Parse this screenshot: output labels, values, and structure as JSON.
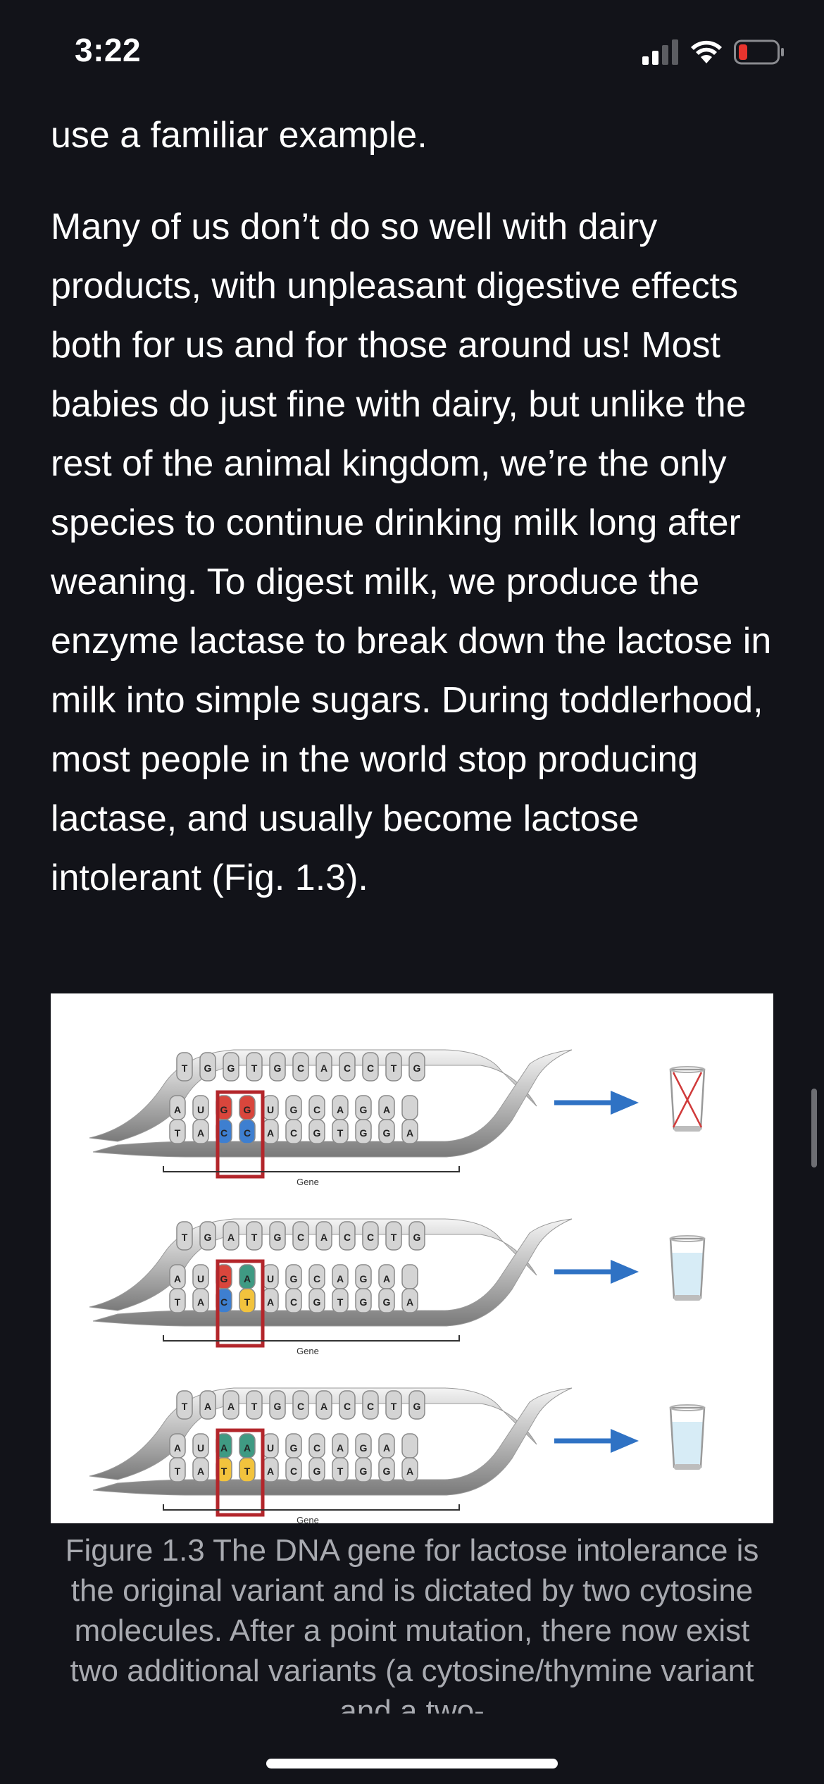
{
  "status_bar": {
    "time": "3:22",
    "icons": [
      "signal-icon",
      "wifi-icon",
      "battery-low-icon"
    ],
    "battery_color": "#e8342e"
  },
  "reader": {
    "paragraph_top": "use a familiar example.",
    "paragraph_main": "Many of us don’t do so well with dairy products, with unpleasant digestive effects both for us and for those around us! Most babies do just fine with dairy, but unlike the rest of the animal kingdom, we’re the only species to continue drinking milk long after weaning. To digest milk, we produce the enzyme lactase to break down the lactose in milk into simple sugars. During toddlerhood, most people in the world stop producing lactase, and usually become lactose intolerant (Fig. 1.3)."
  },
  "figure": {
    "gene_label": "Gene",
    "strands": [
      {
        "top_letters": [
          "T",
          "G",
          "G",
          "T",
          "G",
          "C",
          "A",
          "C",
          "C",
          "T",
          "G"
        ],
        "bottom_letters": [
          "A",
          "U",
          "G",
          "G",
          "U",
          "G",
          "C",
          "A",
          "G",
          "A"
        ],
        "lower_letters": [
          "T",
          "A",
          "C",
          "C",
          "A",
          "C",
          "G",
          "T",
          "G",
          "G",
          "A"
        ],
        "highlight": [
          "G",
          "G"
        ],
        "highlight_lower": [
          "C",
          "C"
        ],
        "glass": "crossed-out"
      },
      {
        "top_letters": [
          "T",
          "G",
          "A",
          "T",
          "G",
          "C",
          "A",
          "C",
          "C",
          "T",
          "G"
        ],
        "bottom_letters": [
          "A",
          "U",
          "G",
          "A",
          "U",
          "G",
          "C",
          "A",
          "G",
          "A"
        ],
        "lower_letters": [
          "T",
          "A",
          "C",
          "T",
          "A",
          "C",
          "G",
          "T",
          "G",
          "G",
          "A"
        ],
        "highlight": [
          "G",
          "A"
        ],
        "highlight_lower": [
          "C",
          "T"
        ],
        "glass": "milk"
      },
      {
        "top_letters": [
          "T",
          "A",
          "A",
          "T",
          "G",
          "C",
          "A",
          "C",
          "C",
          "T",
          "G"
        ],
        "bottom_letters": [
          "A",
          "U",
          "A",
          "A",
          "U",
          "G",
          "C",
          "A",
          "G",
          "A"
        ],
        "lower_letters": [
          "T",
          "A",
          "T",
          "T",
          "A",
          "C",
          "G",
          "T",
          "G",
          "G",
          "A"
        ],
        "highlight": [
          "A",
          "A"
        ],
        "highlight_lower": [
          "T",
          "T"
        ],
        "glass": "milk"
      }
    ],
    "colors": {
      "arrow": "#2f72c4",
      "highlight_box": "#b3262b",
      "cytosine": "#3e7fd0",
      "guanine": "#d9463c",
      "thymine": "#f2c33d",
      "adenine": "#3f9a83",
      "cross": "#d03a3a"
    }
  },
  "caption": "Figure 1.3 The DNA gene for lactose intolerance is the original variant and is dictated by two cytosine molecules. After a point mutation, there now exist two additional variants (a cytosine/thymine variant and a two-"
}
